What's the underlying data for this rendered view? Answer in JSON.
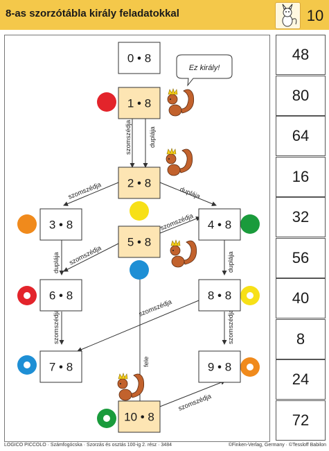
{
  "header": {
    "title": "8-as szorzótábla király feladatokkal",
    "page_number": "10"
  },
  "boxes": [
    {
      "id": "0",
      "label": "0 • 8",
      "fill": "#ffffff"
    },
    {
      "id": "1",
      "label": "1 • 8",
      "fill": "#fde5b3"
    },
    {
      "id": "2",
      "label": "2 • 8",
      "fill": "#fde5b3"
    },
    {
      "id": "3",
      "label": "3 • 8",
      "fill": "#ffffff"
    },
    {
      "id": "4",
      "label": "4 • 8",
      "fill": "#ffffff"
    },
    {
      "id": "5",
      "label": "5 • 8",
      "fill": "#fde5b3"
    },
    {
      "id": "6",
      "label": "6 • 8",
      "fill": "#ffffff"
    },
    {
      "id": "7",
      "label": "7 • 8",
      "fill": "#ffffff"
    },
    {
      "id": "8",
      "label": "8 • 8",
      "fill": "#ffffff"
    },
    {
      "id": "9",
      "label": "9 • 8",
      "fill": "#ffffff"
    },
    {
      "id": "10",
      "label": "10 • 8",
      "fill": "#fde5b3"
    }
  ],
  "arrow_labels": {
    "szomszedja": "szomszédja",
    "duplaja": "duplája",
    "fele": "fele"
  },
  "speech_bubble": "Ez király!",
  "answers": [
    "48",
    "80",
    "64",
    "16",
    "32",
    "56",
    "40",
    "8",
    "24",
    "72"
  ],
  "colors": {
    "red": "#e3242b",
    "yellow": "#f7e017",
    "orange": "#f08a1c",
    "green": "#1a9b3c",
    "blue": "#1e8fd5",
    "header": "#f4c84a",
    "box_highlight": "#fde5b3"
  },
  "footer": {
    "left": "LOGICO PICCOLO · Számfogócska · Szorzás és osztás 100-ig 2. rész · 3484",
    "right": "©Finken-Verlag, Germany · ©Tessloff Babilon"
  }
}
